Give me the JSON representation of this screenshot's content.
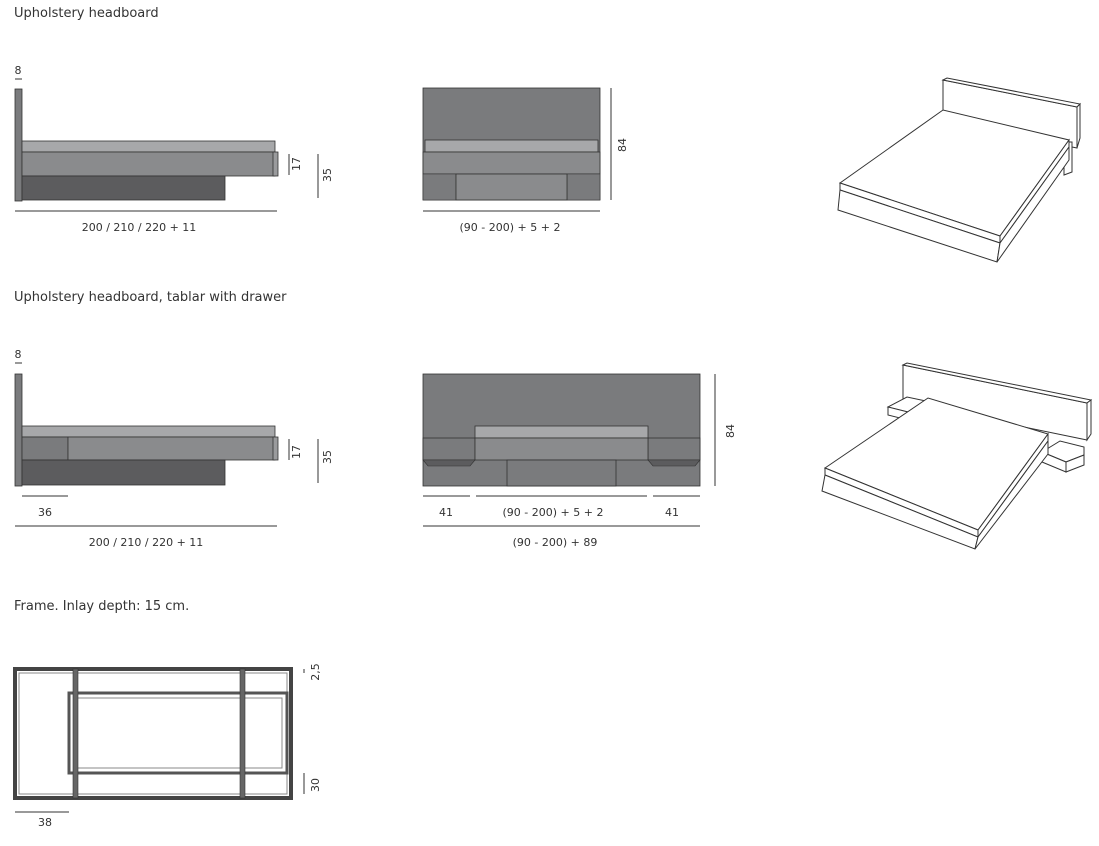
{
  "sections": [
    {
      "title": "Upholstery headboard"
    },
    {
      "title": "Upholstery headboard, tablar with drawer"
    },
    {
      "title": "Frame. Inlay depth: 15 cm."
    }
  ],
  "dimensions": {
    "s1_headboard_thickness": "8",
    "s1_frame_height": "17",
    "s1_total_height": "35",
    "s1_length": "200 / 210 / 220 + 11",
    "s1_width": "(90 - 200) + 5 + 2",
    "s1_headboard_height": "84",
    "s2_headboard_thickness": "8",
    "s2_frame_height": "17",
    "s2_total_height": "35",
    "s2_tablar_depth": "36",
    "s2_length": "200 / 210 / 220 + 11",
    "s2_tablar_left": "41",
    "s2_width_inner": "(90 - 200) + 5 + 2",
    "s2_tablar_right": "41",
    "s2_width_total": "(90 - 200) + 89",
    "s2_headboard_height": "84",
    "s3_top_rail": "2,5",
    "s3_bottom_rail": "30",
    "s3_leg_inset": "38"
  },
  "colors": {
    "headboard": "#7a7b7d",
    "mattress_top": "#a7a8aa",
    "frame": "#8a8b8d",
    "drawer": "#5c5c5e",
    "line": "#333333"
  }
}
